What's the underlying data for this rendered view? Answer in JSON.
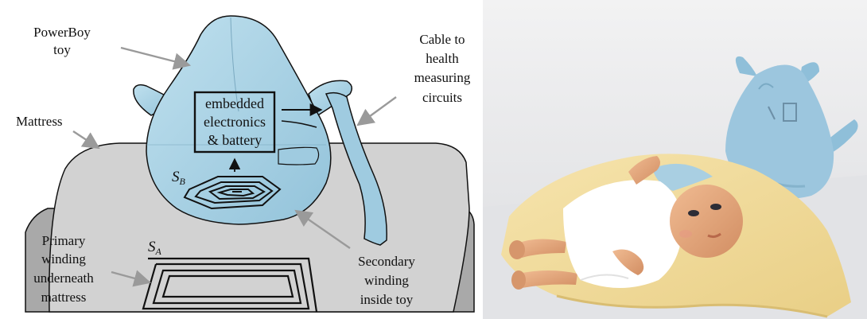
{
  "diagram": {
    "labels": {
      "powerboy": [
        "PowerBoy",
        "toy"
      ],
      "cable": [
        "Cable to",
        "health",
        "measuring",
        "circuits"
      ],
      "mattress": "Mattress",
      "electronics": [
        "embedded",
        "electronics",
        "& battery"
      ],
      "primary": [
        "Primary",
        "winding",
        "underneath",
        "mattress"
      ],
      "secondary": [
        "Secondary",
        "winding",
        "inside toy"
      ],
      "sb_main": "S",
      "sb_sub": "B",
      "sa_main": "S",
      "sa_sub": "A"
    },
    "colors": {
      "toy": "#a9d3e6",
      "toy_dark": "#8cbfd6",
      "mattress_top": "#cfcfcf",
      "mattress_side": "#a9a9a9",
      "outline": "#111111",
      "arrow": "#9a9a9a"
    }
  },
  "photo": {
    "description_icons": [
      "toy-icon",
      "doll-icon",
      "towel-icon"
    ],
    "colors": {
      "background": "#e9eaec",
      "towel": "#f2dc9a",
      "toy": "#9cc6de",
      "doll_skin": "#e4a57a",
      "dress": "#ffffff"
    }
  }
}
